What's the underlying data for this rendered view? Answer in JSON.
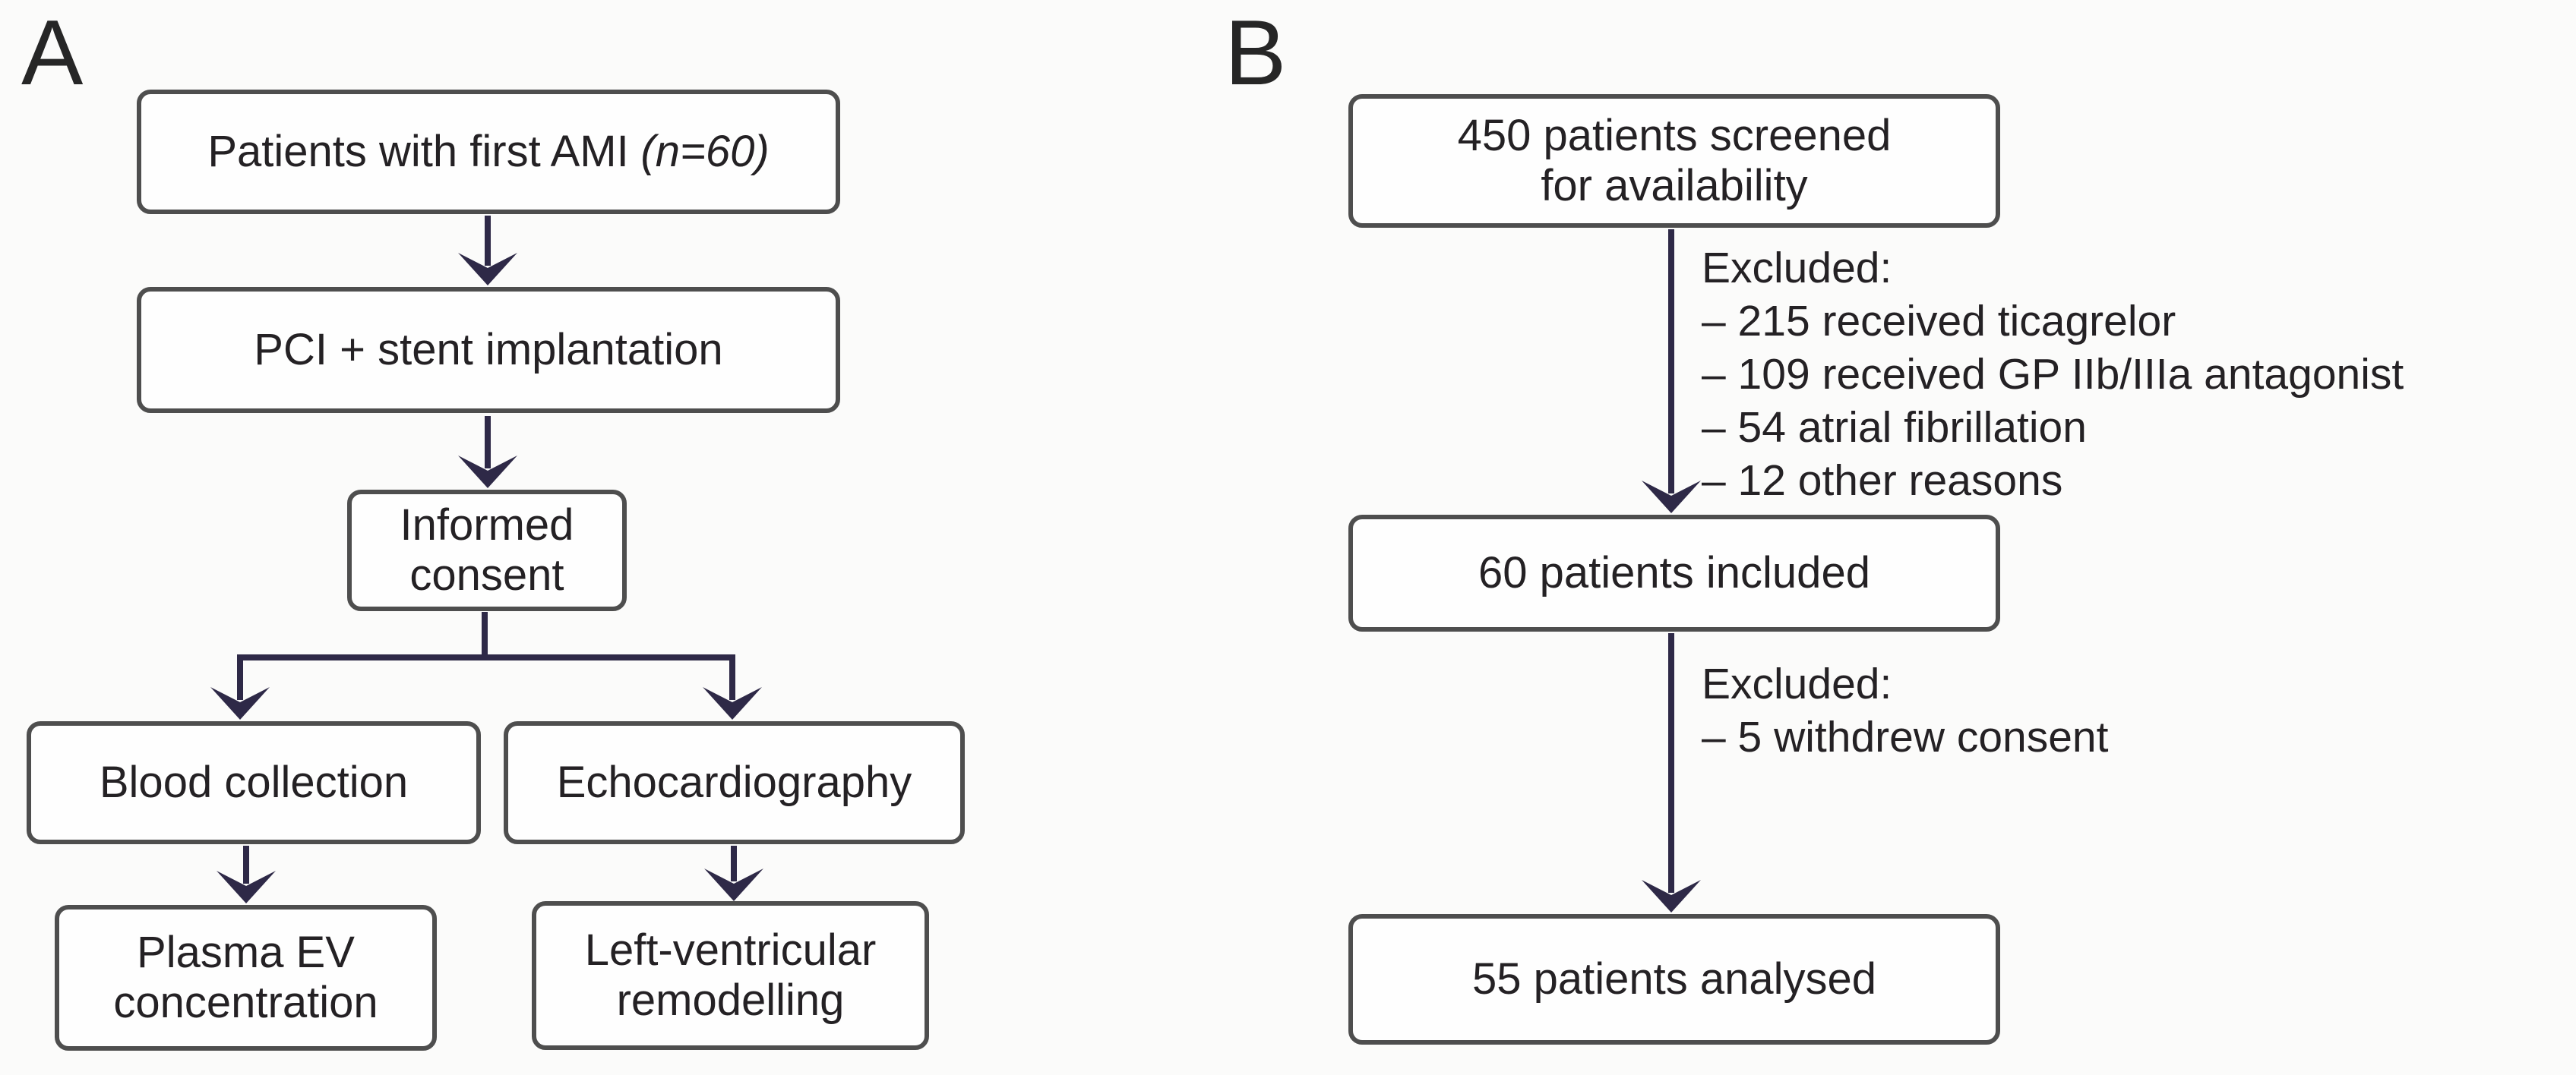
{
  "colors": {
    "arrow": "#2e2947",
    "box_border": "#4e4e4e",
    "text": "#242124",
    "background": "#fbfbfa",
    "box_bg": "#fefefe"
  },
  "panel_a": {
    "label": "A",
    "box_ami": {
      "text": "Patients with first AMI",
      "n_annotation": "(n=60)"
    },
    "box_pci": {
      "text": "PCI + stent implantation"
    },
    "box_consent": {
      "text": "Informed\nconsent"
    },
    "box_blood": {
      "text": "Blood collection"
    },
    "box_echo": {
      "text": "Echocardiography"
    },
    "box_plasma": {
      "text": "Plasma EV\nconcentration"
    },
    "box_remodel": {
      "text": "Left-ventricular\nremodelling"
    }
  },
  "panel_b": {
    "label": "B",
    "box_screened": {
      "text": "450 patients screened\nfor availability"
    },
    "exclusions1": {
      "title": "Excluded:",
      "lines": [
        "– 215 received ticagrelor",
        "– 109 received GP IIb/IIIa antagonist",
        "– 54 atrial fibrillation",
        "– 12 other reasons"
      ]
    },
    "box_included": {
      "text": "60 patients included"
    },
    "exclusions2": {
      "title": "Excluded:",
      "lines": [
        "– 5 withdrew consent"
      ]
    },
    "box_analysed": {
      "text": "55 patients analysed"
    }
  }
}
